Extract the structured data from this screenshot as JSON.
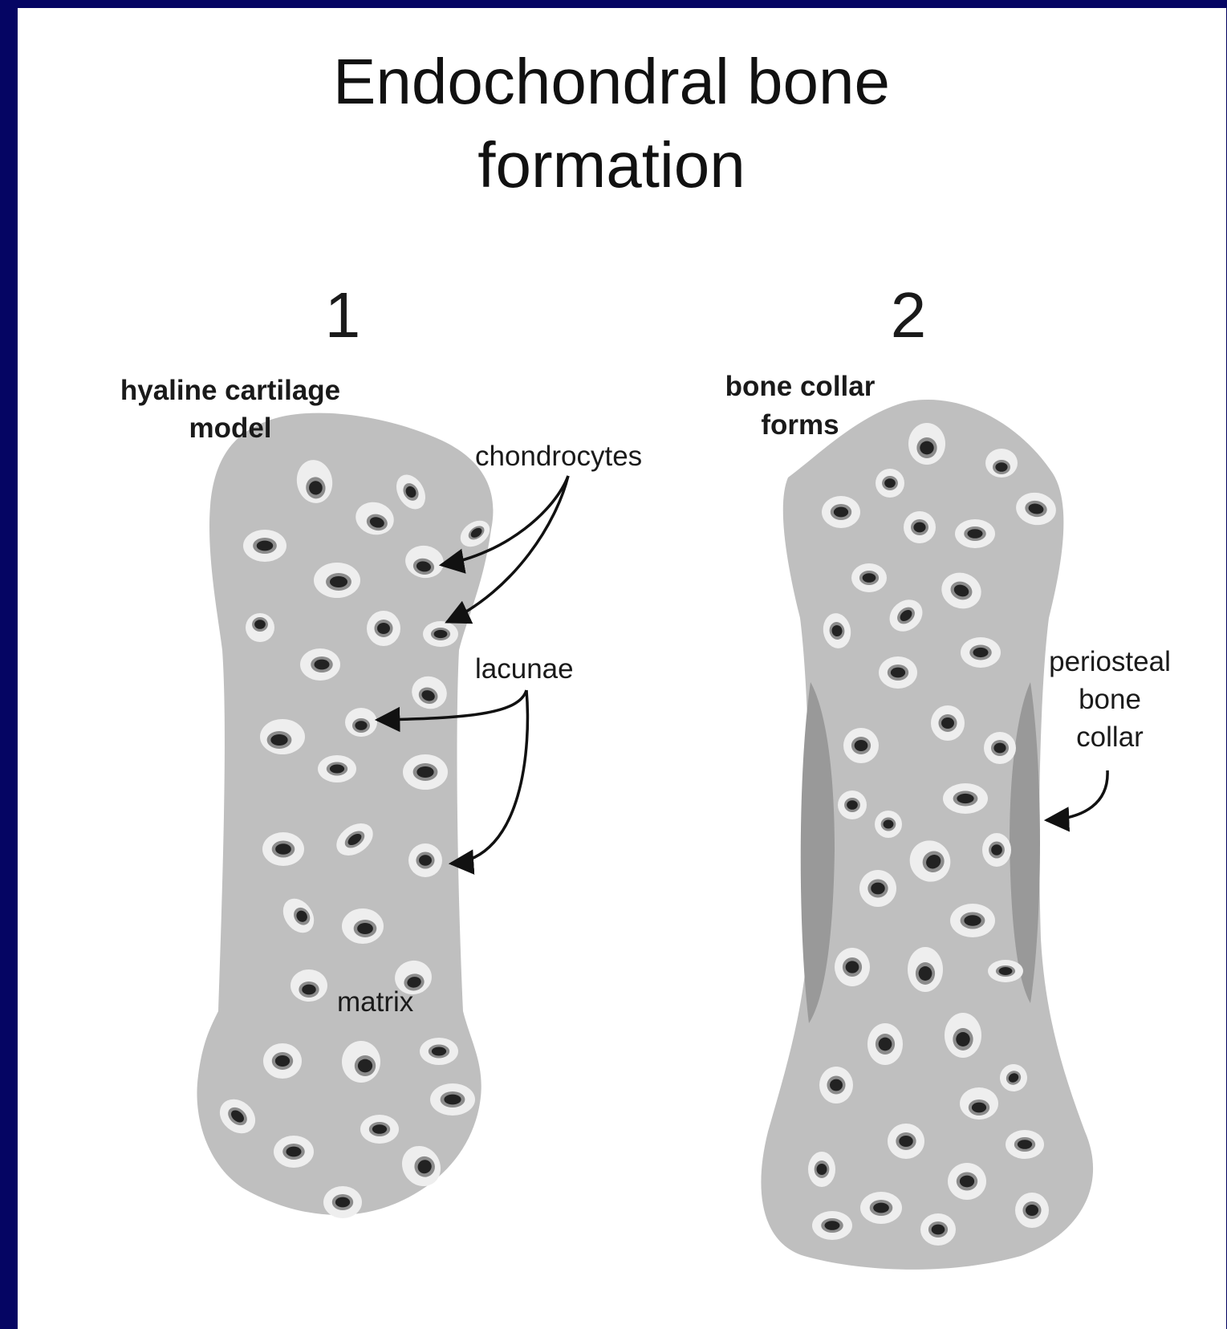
{
  "title": {
    "line1": "Endochondral bone",
    "line2": "formation"
  },
  "stages": [
    {
      "number": "1",
      "heading_line1": "hyaline cartilage",
      "heading_line2": "model",
      "labels": {
        "chondrocytes": "chondrocytes",
        "lacunae": "lacunae",
        "matrix": "matrix"
      }
    },
    {
      "number": "2",
      "heading_line1": "bone collar",
      "heading_line2": "forms",
      "labels": {
        "collar_line1": "periosteal",
        "collar_line2": "bone",
        "collar_line3": "collar"
      }
    }
  ],
  "colors": {
    "background": "#050563",
    "slide": "#ffffff",
    "cartilage_matrix": "#bfbfbf",
    "lacuna": "#eeeeee",
    "chondrocyte": "#222222",
    "bone_collar": "#999999",
    "text": "#1a1a1a"
  }
}
